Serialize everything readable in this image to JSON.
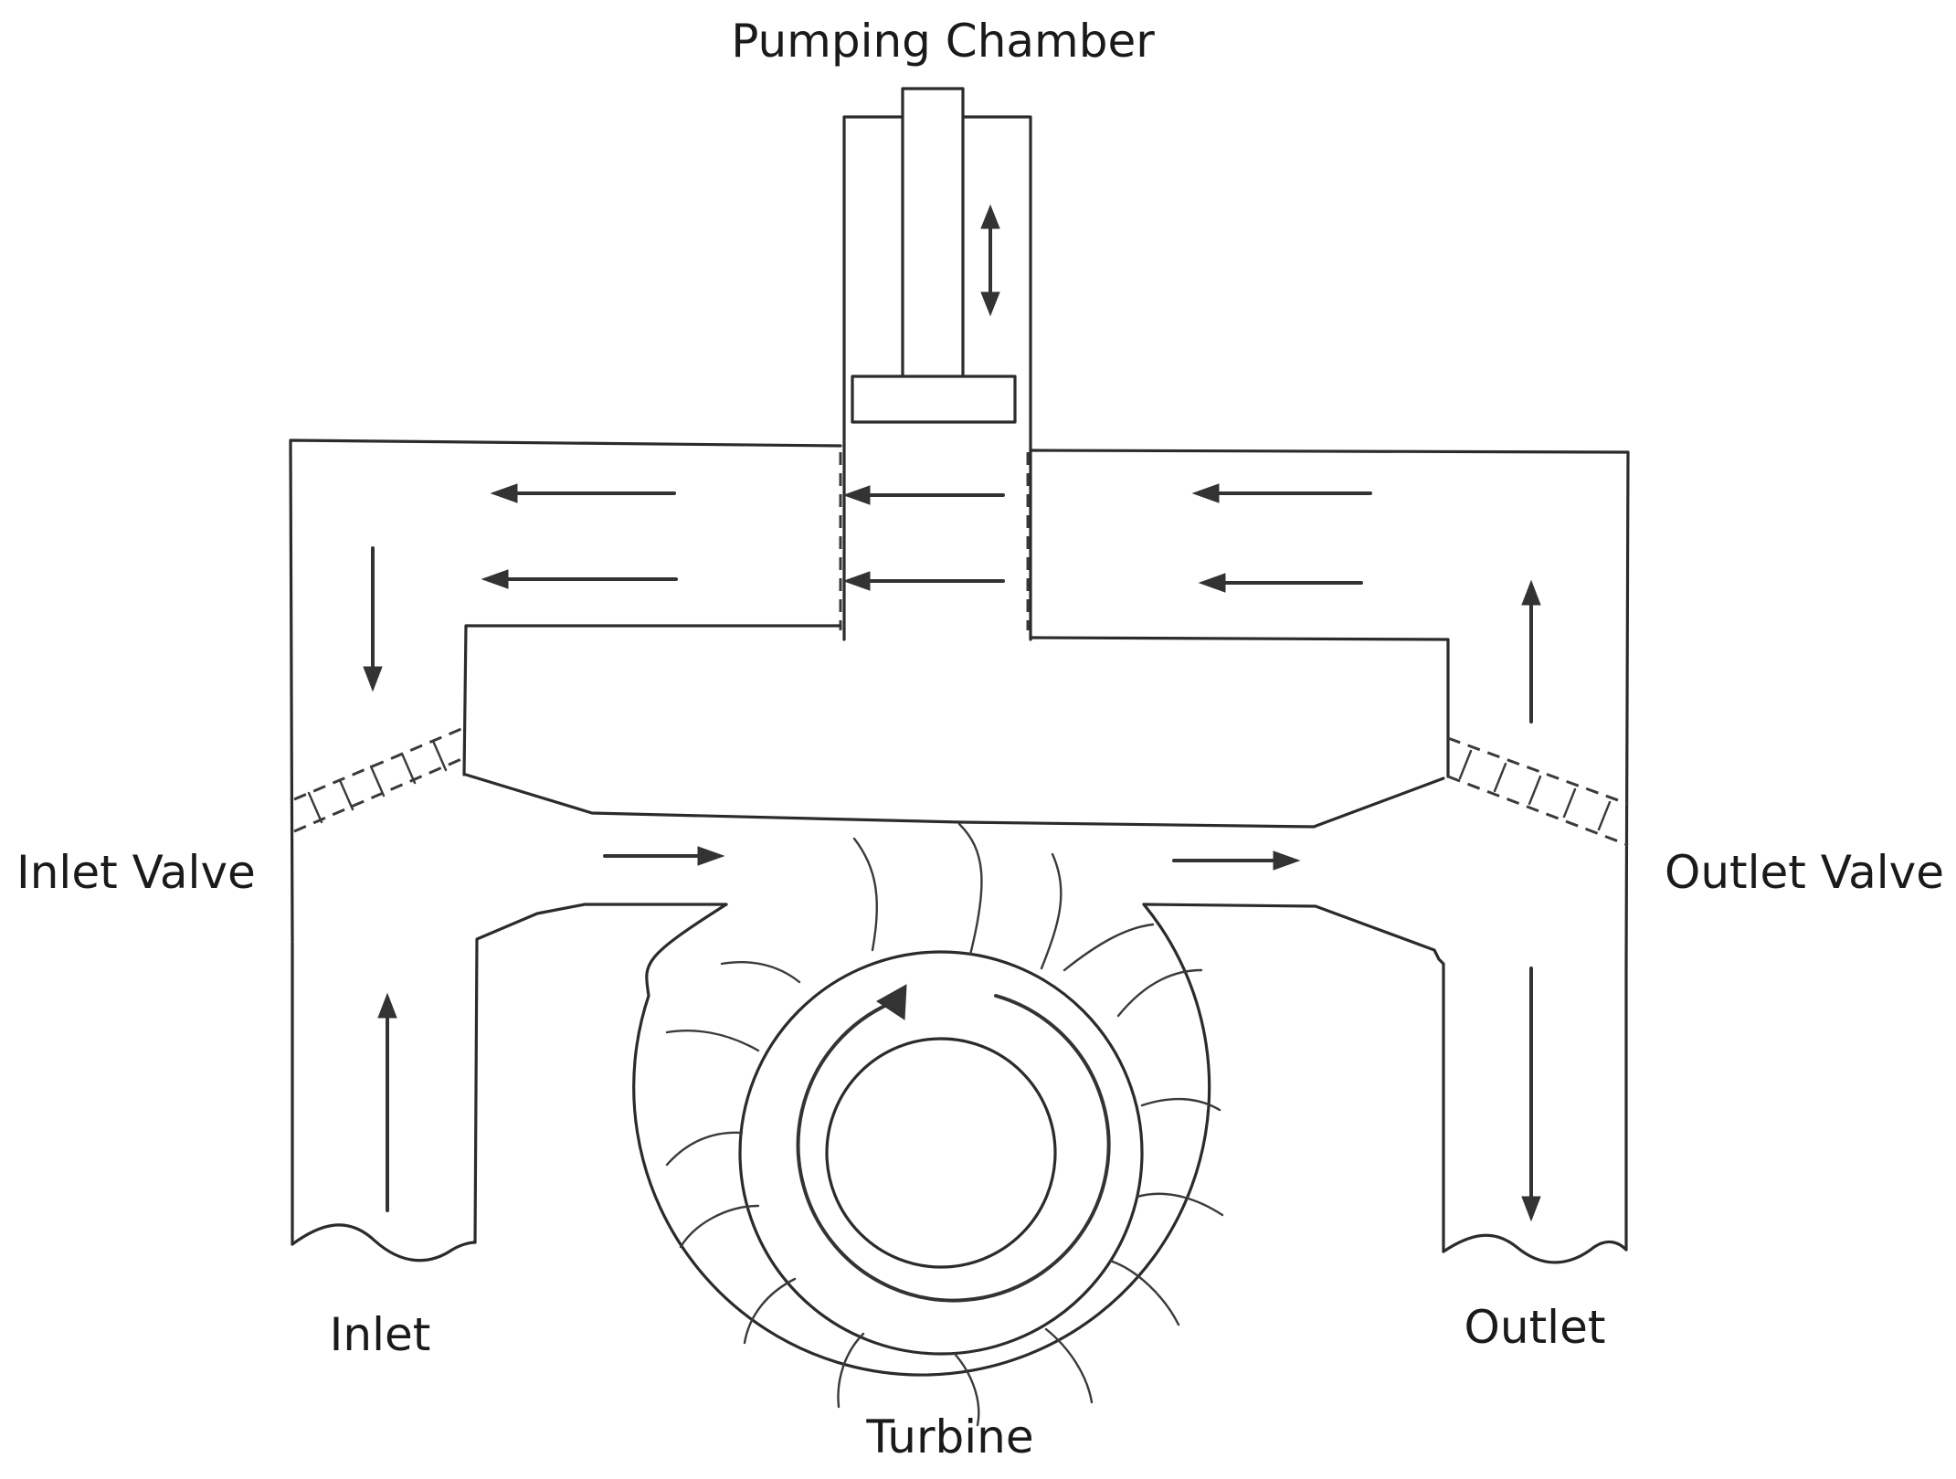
{
  "labels": {
    "pumping_chamber": "Pumping Chamber",
    "inlet_valve": "Inlet Valve",
    "outlet_valve": "Outlet Valve",
    "inlet": "Inlet",
    "outlet": "Outlet",
    "turbine": "Turbine"
  },
  "colors": {
    "line": "#2b2b2b",
    "text": "#1a1a1a",
    "background": "#ffffff"
  }
}
